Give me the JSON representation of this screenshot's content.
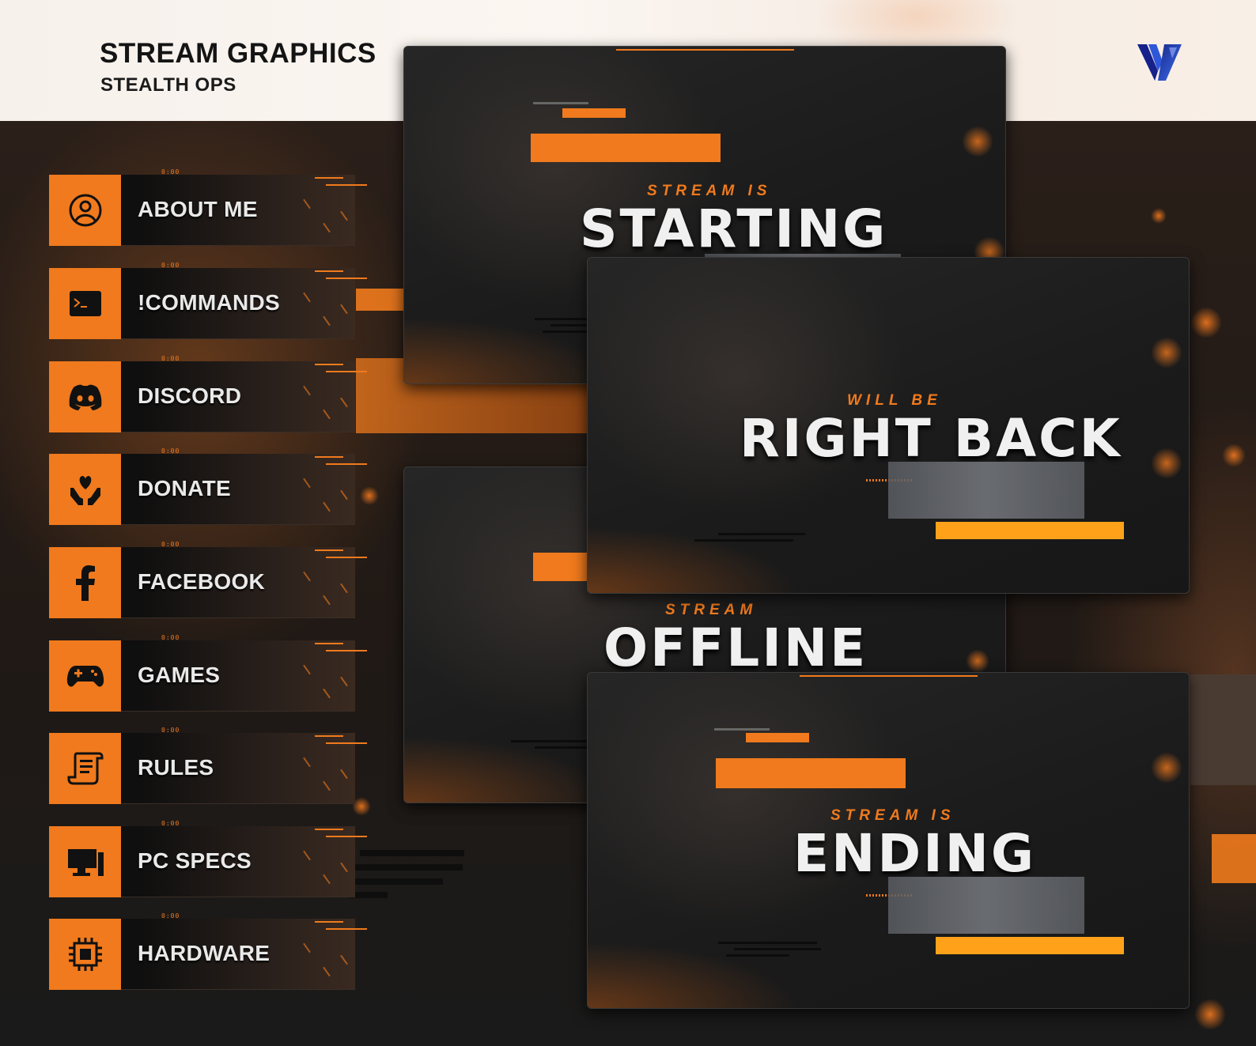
{
  "header": {
    "title": "STREAM GRAPHICS",
    "subtitle": "STEALTH OPS",
    "logo_icon": "v-logo-icon"
  },
  "panels": [
    {
      "label": "ABOUT ME",
      "icon": "user-icon",
      "tag": "0:00"
    },
    {
      "label": "!COMMANDS",
      "icon": "terminal-icon",
      "tag": "0:00"
    },
    {
      "label": "DISCORD",
      "icon": "discord-icon",
      "tag": "0:00"
    },
    {
      "label": "DONATE",
      "icon": "heart-hands-icon",
      "tag": "0:00"
    },
    {
      "label": "FACEBOOK",
      "icon": "facebook-icon",
      "tag": "0:00"
    },
    {
      "label": "GAMES",
      "icon": "gamepad-icon",
      "tag": "0:00"
    },
    {
      "label": "RULES",
      "icon": "scroll-icon",
      "tag": "0:00"
    },
    {
      "label": "PC SPECS",
      "icon": "monitor-icon",
      "tag": "0:00"
    },
    {
      "label": "HARDWARE",
      "icon": "chip-icon",
      "tag": "0:00"
    }
  ],
  "screens": {
    "starting": {
      "kicker": "STREAM IS",
      "title": "STARTING"
    },
    "brb": {
      "kicker": "WILL BE",
      "title": "RIGHT BACK"
    },
    "offline": {
      "kicker": "STREAM",
      "title": "OFFLINE"
    },
    "ending": {
      "kicker": "STREAM IS",
      "title": "ENDING"
    }
  },
  "colors": {
    "accent": "#f07a1d",
    "accent_yellow": "#ffa21a",
    "dark": "#1b1b1b"
  }
}
